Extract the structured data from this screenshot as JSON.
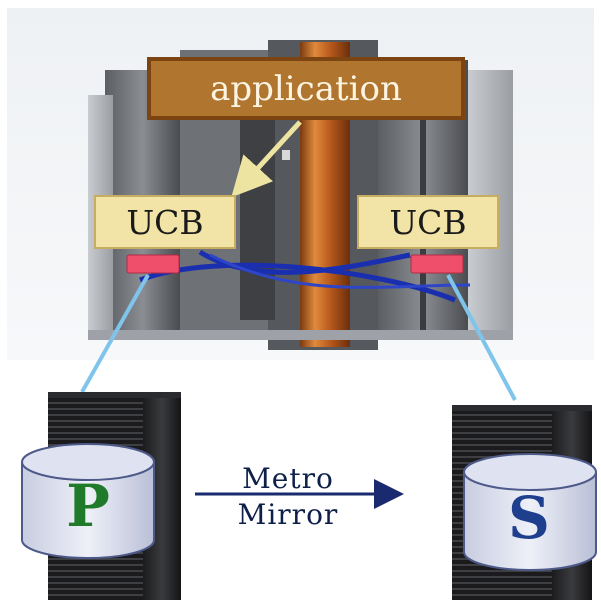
{
  "application_label": "application",
  "ucb_left_label": "UCB",
  "ucb_right_label": "UCB",
  "primary_disk_label": "P",
  "secondary_disk_label": "S",
  "replication_label_line1": "Metro",
  "replication_label_line2": "Mirror",
  "colors": {
    "application_box": "#b0762f",
    "ucb_box": "#f2e3a6",
    "path_cable": "#1a2fb0",
    "channel_port": "#ef4f6a",
    "connection_line": "#7fc4ea",
    "primary_letter": "#1f7a2a",
    "secondary_letter": "#1d3f8e",
    "mirror_arrow": "#1a2a6e"
  }
}
